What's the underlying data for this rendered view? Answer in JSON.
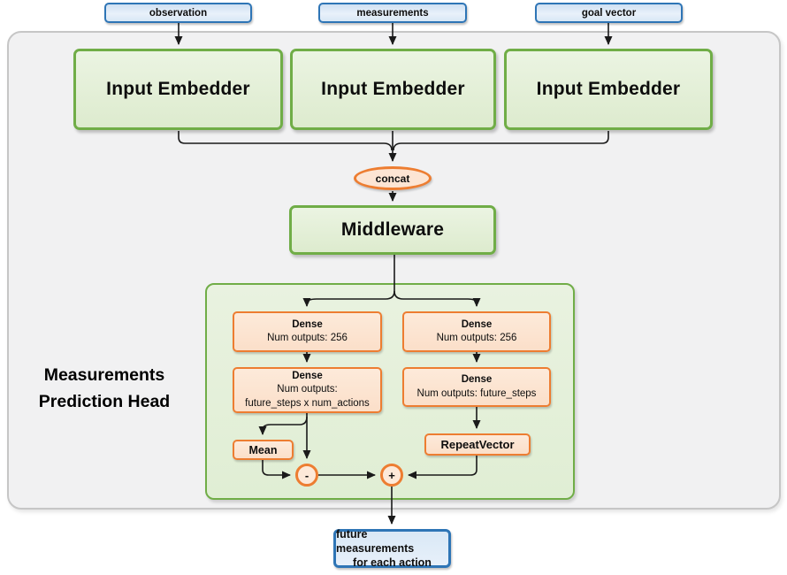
{
  "colors": {
    "blue": "#2e75b6",
    "green": "#70ad47",
    "orange": "#ed7d31",
    "line": "#1a1a1a"
  },
  "inputs": [
    {
      "label": "observation"
    },
    {
      "label": "measurements"
    },
    {
      "label": "goal vector"
    }
  ],
  "embedders": [
    {
      "label": "Input Embedder"
    },
    {
      "label": "Input Embedder"
    },
    {
      "label": "Input Embedder"
    }
  ],
  "concat_label": "concat",
  "middleware_label": "Middleware",
  "head": {
    "title": {
      "line1": "Measurements",
      "line2": "Prediction Head"
    },
    "left": {
      "dense1": {
        "title": "Dense",
        "lines": [
          "Num outputs: 256"
        ]
      },
      "dense2": {
        "title": "Dense",
        "lines": [
          "Num outputs:",
          "future_steps x num_actions"
        ]
      },
      "mean_label": "Mean",
      "minus_label": "-"
    },
    "right": {
      "dense1": {
        "title": "Dense",
        "lines": [
          "Num outputs: 256"
        ]
      },
      "dense2": {
        "title": "Dense",
        "lines": [
          "Num outputs: future_steps"
        ]
      },
      "repeat_label": "RepeatVector",
      "plus_label": "+"
    }
  },
  "output": {
    "line1": "future measurements",
    "line2": "for each action"
  }
}
